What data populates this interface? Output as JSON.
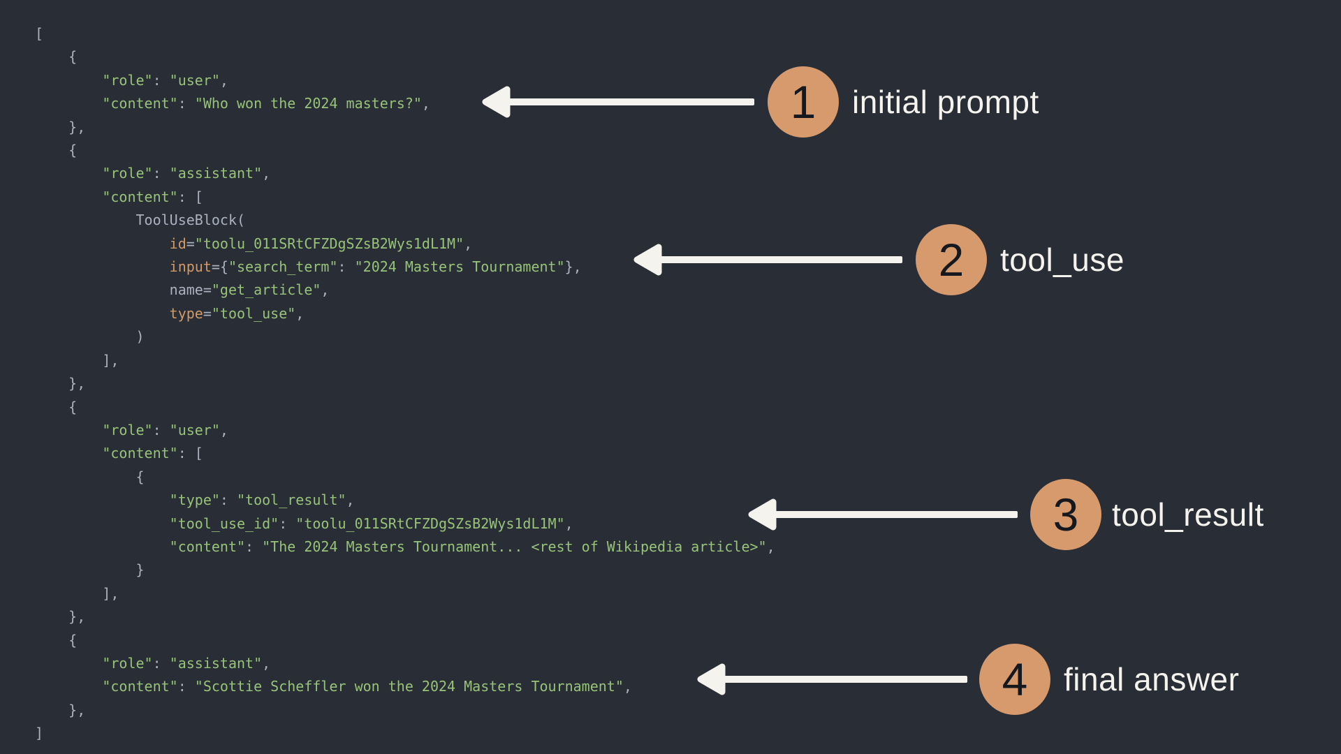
{
  "figure": {
    "description": "Annotated code listing of a Claude tool-use message exchange",
    "background_color": "#282d36"
  },
  "colors": {
    "bg": "#282d36",
    "string": "#98c379",
    "builtin": "#d19a66",
    "plain": "#abb2bf",
    "badge": "#d79a6d",
    "badge_text": "#15181e",
    "annotation": "#f5f3ee",
    "arrow": "#f5f3ee"
  },
  "code": {
    "lines": [
      {
        "segments": [
          [
            "p",
            "["
          ]
        ]
      },
      {
        "segments": [
          [
            "p",
            "    {"
          ]
        ]
      },
      {
        "segments": [
          [
            "s",
            "        \"role\""
          ],
          [
            "p",
            ": "
          ],
          [
            "s",
            "\"user\""
          ],
          [
            "p",
            ","
          ]
        ]
      },
      {
        "segments": [
          [
            "s",
            "        \"content\""
          ],
          [
            "p",
            ": "
          ],
          [
            "s",
            "\"Who won the 2024 masters?\""
          ],
          [
            "p",
            ","
          ]
        ]
      },
      {
        "segments": [
          [
            "p",
            "    },"
          ]
        ]
      },
      {
        "segments": [
          [
            "p",
            "    {"
          ]
        ]
      },
      {
        "segments": [
          [
            "s",
            "        \"role\""
          ],
          [
            "p",
            ": "
          ],
          [
            "s",
            "\"assistant\""
          ],
          [
            "p",
            ","
          ]
        ]
      },
      {
        "segments": [
          [
            "s",
            "        \"content\""
          ],
          [
            "p",
            ": ["
          ]
        ]
      },
      {
        "segments": [
          [
            "p",
            "            ToolUseBlock("
          ]
        ]
      },
      {
        "segments": [
          [
            "b",
            "                id"
          ],
          [
            "p",
            "="
          ],
          [
            "s",
            "\"toolu_011SRtCFZDgSZsB2Wys1dL1M\""
          ],
          [
            "p",
            ","
          ]
        ]
      },
      {
        "segments": [
          [
            "b",
            "                input"
          ],
          [
            "p",
            "={"
          ],
          [
            "s",
            "\"search_term\""
          ],
          [
            "p",
            ": "
          ],
          [
            "s",
            "\"2024 Masters Tournament\""
          ],
          [
            "p",
            "},"
          ]
        ]
      },
      {
        "segments": [
          [
            "p",
            "                name="
          ],
          [
            "s",
            "\"get_article\""
          ],
          [
            "p",
            ","
          ]
        ]
      },
      {
        "segments": [
          [
            "b",
            "                type"
          ],
          [
            "p",
            "="
          ],
          [
            "s",
            "\"tool_use\""
          ],
          [
            "p",
            ","
          ]
        ]
      },
      {
        "segments": [
          [
            "p",
            "            )"
          ]
        ]
      },
      {
        "segments": [
          [
            "p",
            "        ],"
          ]
        ]
      },
      {
        "segments": [
          [
            "p",
            "    },"
          ]
        ]
      },
      {
        "segments": [
          [
            "p",
            "    {"
          ]
        ]
      },
      {
        "segments": [
          [
            "s",
            "        \"role\""
          ],
          [
            "p",
            ": "
          ],
          [
            "s",
            "\"user\""
          ],
          [
            "p",
            ","
          ]
        ]
      },
      {
        "segments": [
          [
            "s",
            "        \"content\""
          ],
          [
            "p",
            ": ["
          ]
        ]
      },
      {
        "segments": [
          [
            "p",
            "            {"
          ]
        ]
      },
      {
        "segments": [
          [
            "s",
            "                \"type\""
          ],
          [
            "p",
            ": "
          ],
          [
            "s",
            "\"tool_result\""
          ],
          [
            "p",
            ","
          ]
        ]
      },
      {
        "segments": [
          [
            "s",
            "                \"tool_use_id\""
          ],
          [
            "p",
            ": "
          ],
          [
            "s",
            "\"toolu_011SRtCFZDgSZsB2Wys1dL1M\""
          ],
          [
            "p",
            ","
          ]
        ]
      },
      {
        "segments": [
          [
            "s",
            "                \"content\""
          ],
          [
            "p",
            ": "
          ],
          [
            "s",
            "\"The 2024 Masters Tournament... <rest of Wikipedia article>\""
          ],
          [
            "p",
            ","
          ]
        ]
      },
      {
        "segments": [
          [
            "p",
            "            }"
          ]
        ]
      },
      {
        "segments": [
          [
            "p",
            "        ],"
          ]
        ]
      },
      {
        "segments": [
          [
            "p",
            "    },"
          ]
        ]
      },
      {
        "segments": [
          [
            "p",
            "    {"
          ]
        ]
      },
      {
        "segments": [
          [
            "s",
            "        \"role\""
          ],
          [
            "p",
            ": "
          ],
          [
            "s",
            "\"assistant\""
          ],
          [
            "p",
            ","
          ]
        ]
      },
      {
        "segments": [
          [
            "s",
            "        \"content\""
          ],
          [
            "p",
            ": "
          ],
          [
            "s",
            "\"Scottie Scheffler won the 2024 Masters Tournament\""
          ],
          [
            "p",
            ","
          ]
        ]
      },
      {
        "segments": [
          [
            "p",
            "    },"
          ]
        ]
      },
      {
        "segments": [
          [
            "p",
            "]"
          ]
        ]
      }
    ]
  },
  "annotations": [
    {
      "number": "1",
      "label": "initial prompt"
    },
    {
      "number": "2",
      "label": "tool_use"
    },
    {
      "number": "3",
      "label": "tool_result"
    },
    {
      "number": "4",
      "label": "final answer"
    }
  ]
}
